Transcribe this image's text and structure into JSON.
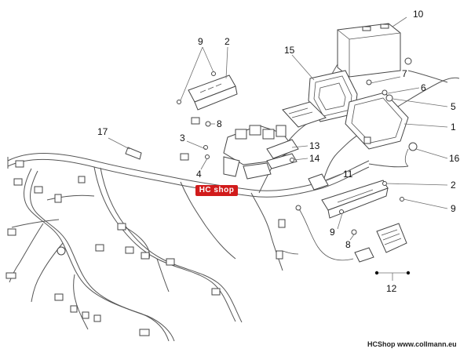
{
  "callouts": [
    {
      "id": "p10",
      "label": "10"
    },
    {
      "id": "p9a",
      "label": "9"
    },
    {
      "id": "p2a",
      "label": "2"
    },
    {
      "id": "p15",
      "label": "15"
    },
    {
      "id": "p7",
      "label": "7"
    },
    {
      "id": "p6",
      "label": "6"
    },
    {
      "id": "p5",
      "label": "5"
    },
    {
      "id": "p8a",
      "label": "8"
    },
    {
      "id": "p1",
      "label": "1"
    },
    {
      "id": "p17",
      "label": "17"
    },
    {
      "id": "p3",
      "label": "3"
    },
    {
      "id": "p13",
      "label": "13"
    },
    {
      "id": "p16",
      "label": "16"
    },
    {
      "id": "p14",
      "label": "14"
    },
    {
      "id": "p4",
      "label": "4"
    },
    {
      "id": "p11",
      "label": "11"
    },
    {
      "id": "p2b",
      "label": "2"
    },
    {
      "id": "p9b",
      "label": "9"
    },
    {
      "id": "p9c",
      "label": "9"
    },
    {
      "id": "p8b",
      "label": "8"
    },
    {
      "id": "p12",
      "label": "12"
    }
  ],
  "badge": {
    "text": "HC shop"
  },
  "footer": {
    "text": "HCShop www.collmann.eu"
  }
}
